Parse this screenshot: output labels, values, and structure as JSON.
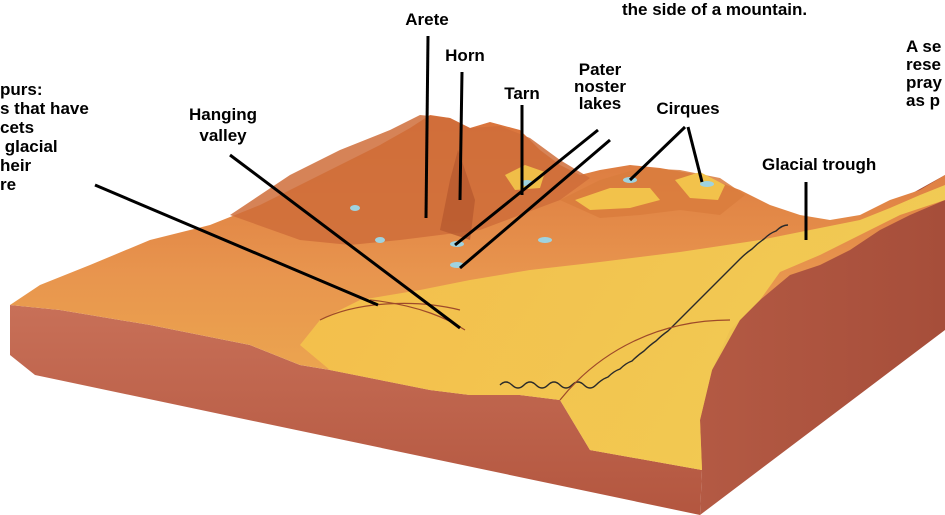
{
  "labels": {
    "top_right_clip": "the side of a mountain.",
    "arete": "Arete",
    "horn": "Horn",
    "pater": "Pater\nnoster\nlakes",
    "tarn": "Tarn",
    "cirques": "Cirques",
    "hanging_valley": "Hanging\nvalley",
    "glacial_trough": "Glacial trough",
    "spurs": "purs:\ns that have\ncets\n glacial\nheir\nre",
    "right_clip": "A se\nrese\npray\nas p"
  },
  "colors": {
    "block_side": "#b85f4a",
    "block_front": "#c46a52",
    "land_base": "#e89a55",
    "valley_floor": "#f2c34a",
    "ridge": "#c96a3a",
    "lake": "#8fc8d8",
    "line": "#000000"
  }
}
